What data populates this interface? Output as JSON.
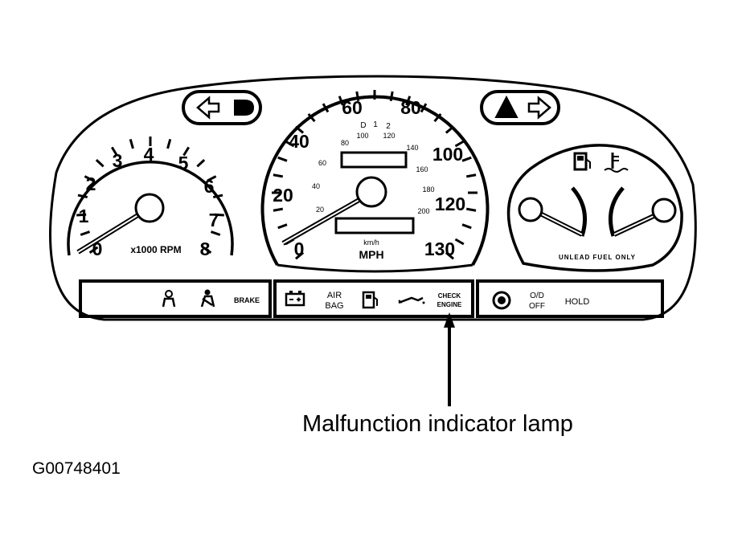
{
  "tachometer": {
    "numbers": [
      "0",
      "1",
      "2",
      "3",
      "4",
      "5",
      "6",
      "7",
      "8"
    ],
    "unit": "x1000 RPM"
  },
  "speedometer": {
    "mph_numbers": [
      "0",
      "20",
      "40",
      "60",
      "80",
      "100",
      "120",
      "130"
    ],
    "kmh_numbers": [
      "20",
      "40",
      "60",
      "80",
      "100",
      "120",
      "140",
      "160",
      "180",
      "200"
    ],
    "top_digits": [
      "D",
      "1",
      "2"
    ],
    "unit_small": "km/h",
    "unit": "MPH"
  },
  "fuel_temp": {
    "label": "UNLEAD FUEL ONLY"
  },
  "warning_panel": {
    "brake": "BRAKE",
    "air_bag": [
      "AIR",
      "BAG"
    ],
    "check_engine": [
      "CHECK",
      "ENGINE"
    ],
    "od_off": [
      "O/D",
      "OFF"
    ],
    "hold": "HOLD"
  },
  "callout_label": "Malfunction indicator lamp",
  "figure_id": "G00748401"
}
